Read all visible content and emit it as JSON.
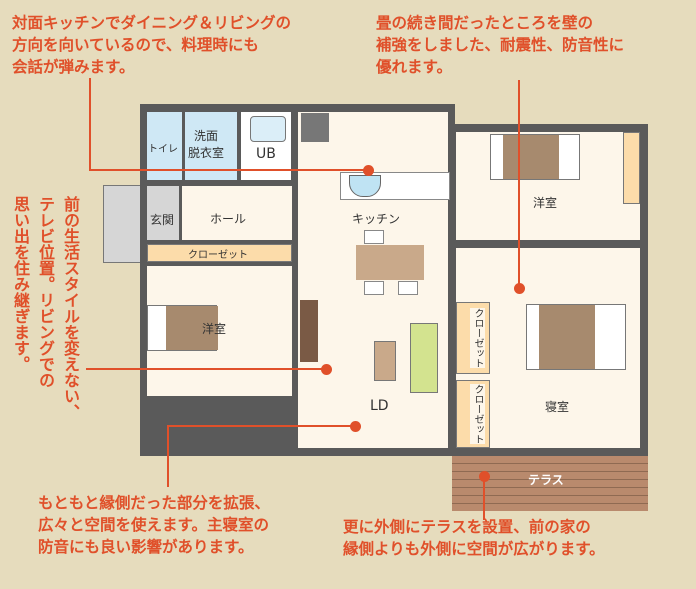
{
  "annotations": {
    "top_left": "対面キッチンでダイニング＆リビングの\n方向を向いているので、料理時にも\n会話が弾みます。",
    "top_right": "畳の続き間だったところを壁の\n補強をしました、耐震性、防音性に\n優れます。",
    "left_vertical": "前の生活スタイルを変えない、\nテレビ位置。リビングでの\n思い出を住み継ぎます。",
    "bottom_left": "もともと縁側だった部分を拡張、\n広々と空間を使えます。主寝室の\n防音にも良い影響があります。",
    "bottom_right": "更に外側にテラスを設置、前の家の\n縁側よりも外側に空間が広がります。"
  },
  "rooms": {
    "toilet": "トイレ",
    "washroom": "洗面\n脱衣室",
    "bath": "UB",
    "entrance": "玄関",
    "hall": "ホール",
    "closet_hall": "クローゼット",
    "western_left": "洋室",
    "kitchen": "キッチン",
    "ld": "LD",
    "western_right": "洋室",
    "closet_1": "クローゼット",
    "closet_2": "クローゼット",
    "bedroom": "寝室",
    "terrace": "テラス"
  },
  "colors": {
    "accent": "#e0502a",
    "background": "#e6dcbd",
    "floor": "#fdf6ea",
    "wall": "#5a5a5a",
    "wet_area": "#cfe8f5",
    "closet": "#fcdcaa",
    "terrace": "#b98a6d"
  }
}
